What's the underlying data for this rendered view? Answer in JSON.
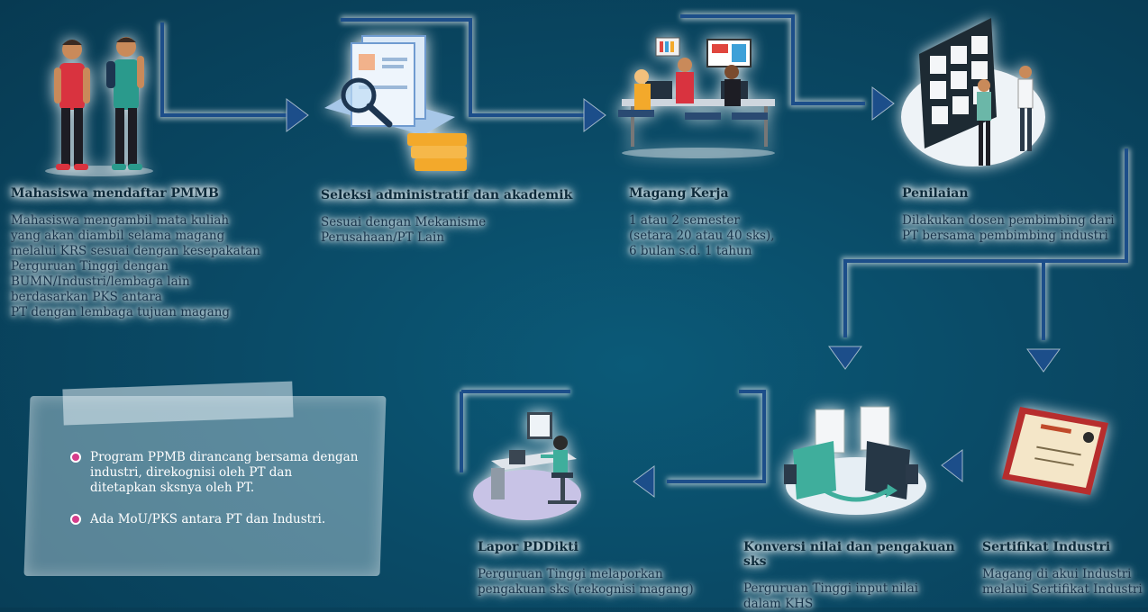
{
  "colors": {
    "background": "#0a4a66",
    "connector": "#1c4e8a",
    "glow": "#ffffff",
    "bullet": "#d63d8b"
  },
  "steps": [
    {
      "id": "pmmb",
      "icon": "students-illustration",
      "title": "Mahasiswa mendaftar PMMB",
      "desc": "Mahasiswa mengambil mata kuliah\nyang akan diambil selama magang\nmelalui KRS sesuai dengan kesepakatan\nPerguruan Tinggi dengan\nBUMN/Industri/lembaga lain\nberdasarkan PKS antara\nPT dengan lembaga tujuan magang"
    },
    {
      "id": "seleksi",
      "icon": "document-review-illustration",
      "title": "Seleksi administratif dan akademik",
      "desc": "Sesuai dengan Mekanisme\nPerusahaan/PT Lain"
    },
    {
      "id": "magang",
      "icon": "office-work-illustration",
      "title": "Magang Kerja",
      "desc": "1 atau 2 semester\n(setara 20 atau 40 sks),\n6 bulan s.d. 1 tahun"
    },
    {
      "id": "penilaian",
      "icon": "evaluation-board-illustration",
      "title": "Penilaian",
      "desc": "Dilakukan dosen pembimbing dari\nPT bersama pembimbing industri"
    },
    {
      "id": "sertifikat",
      "icon": "certificate-illustration",
      "title": "Sertifikat Industri",
      "desc": "Magang di akui Industri\nmelalui Sertifikat Industri"
    },
    {
      "id": "konversi",
      "icon": "grade-conversion-illustration",
      "title": "Konversi nilai dan pengakuan sks",
      "desc": "Perguruan Tinggi input nilai\ndalam KHS"
    },
    {
      "id": "lapor",
      "icon": "report-desk-illustration",
      "title": "Lapor PDDikti",
      "desc": "Perguruan Tinggi melaporkan\npengakuan sks (rekognisi magang)"
    }
  ],
  "notes": [
    "Program PPMB dirancang bersama dengan industri, direkognisi oleh PT dan ditetapkan sksnya oleh PT.",
    "Ada MoU/PKS antara PT dan Industri."
  ]
}
